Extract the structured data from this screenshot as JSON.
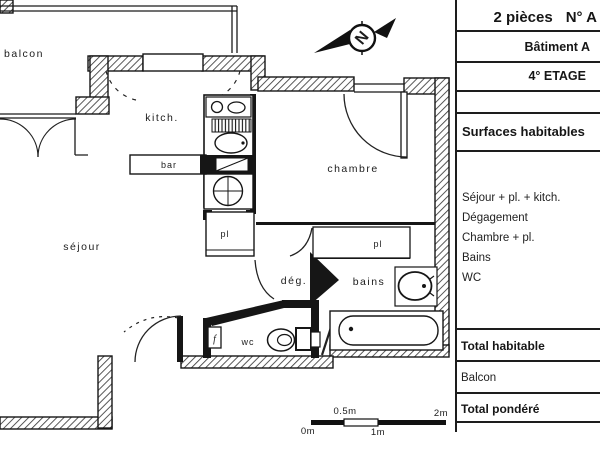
{
  "panel": {
    "unit_type": "2 pièces",
    "unit_number": "N° A",
    "building": "Bâtiment A",
    "floor": "4° ETAGE",
    "surfaces_title": "Surfaces habitables",
    "surface_items": [
      "Séjour + pl. + kitch.",
      "Dégagement",
      "Chambre + pl.",
      "Bains",
      "WC"
    ],
    "total_habitable": "Total habitable",
    "balcon": "Balcon",
    "total_pondere": "Total pondéré"
  },
  "plan": {
    "rooms": {
      "balcon": "balcon",
      "kitch": "kitch.",
      "bar": "bar",
      "sejour": "séjour",
      "chambre": "chambre",
      "pl": "pl",
      "deg": "dég.",
      "bains": "bains",
      "wc": "wc",
      "flue": "f"
    },
    "north_letter": "N",
    "scale": {
      "m0": "0m",
      "m05": "0.5m",
      "m1": "1m",
      "m2": "2m"
    }
  },
  "colors": {
    "ink": "#1a1a1a",
    "paper": "#ffffff"
  }
}
